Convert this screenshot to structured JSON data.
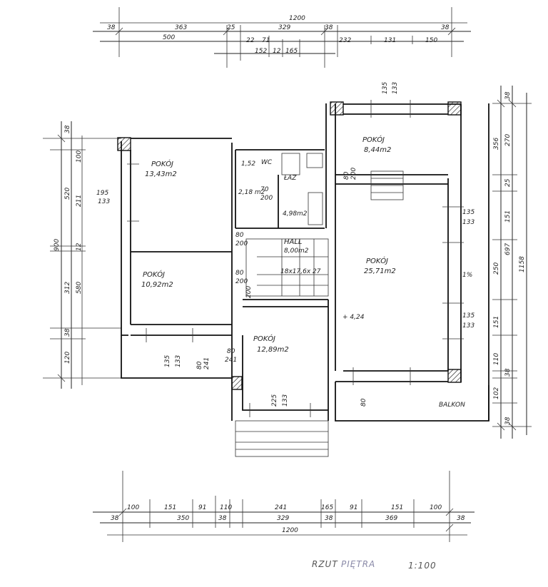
{
  "top_dims": {
    "overall": "1200",
    "row1": [
      "38",
      "363",
      "25",
      "329",
      "38",
      "38"
    ],
    "row2": [
      "500",
      "22",
      "71",
      "232",
      "131",
      "150"
    ],
    "row3": [
      "152",
      "12",
      "165"
    ]
  },
  "bottom_dims": {
    "row1": [
      "100",
      "151",
      "91",
      "110",
      "241",
      "165",
      "91",
      "151",
      "100"
    ],
    "row2": [
      "38",
      "350",
      "38",
      "329",
      "38",
      "369",
      "38"
    ],
    "overall": "1200"
  },
  "left_dims": [
    "38",
    "100",
    "520",
    "211",
    "900",
    "12",
    "312",
    "580",
    "38",
    "120"
  ],
  "right_dims": [
    "135",
    "133",
    "38",
    "356",
    "270",
    "25",
    "151",
    "697",
    "1158",
    "250",
    "151",
    "110",
    "38",
    "102",
    "38"
  ],
  "rooms": {
    "r1": {
      "name": "POKÓJ",
      "area": "13,43m2"
    },
    "r2": {
      "name": "POKÓJ",
      "area": "10,92m2"
    },
    "r3": {
      "name": "POKÓJ",
      "area": "12,89m2"
    },
    "r4": {
      "name": "POKÓJ",
      "area": "8,44m2"
    },
    "r5": {
      "name": "POKÓJ",
      "area": "25,71m2"
    },
    "wc": "WC",
    "laz": "ŁAZ",
    "laz_area": "4,98m2",
    "wc_area": "2,18 m2",
    "hall": "HALL",
    "hall_area": "8,00m2",
    "balkon": "BALKON"
  },
  "notes": {
    "stairs": "18x17,6x 27",
    "level": "+ 4,24",
    "d1": "195",
    "d2": "133",
    "d3": "135",
    "d4": "133",
    "d5": "135",
    "d6": "133",
    "d7": "80",
    "d8": "200",
    "d9": "70",
    "d10": "200",
    "d11": "80",
    "d12": "200",
    "d13": "80",
    "d14": "241",
    "d15": "225",
    "d16": "133",
    "d17": "135",
    "d18": "133",
    "d19": "80",
    "d20": "241",
    "d21": "80",
    "d22": "200",
    "d23": "80",
    "d24": "200",
    "d25": "1,52",
    "d26": "1%"
  },
  "title": {
    "main": "RZUT",
    "accent": "PIĘTRA",
    "scale": "1:100"
  }
}
